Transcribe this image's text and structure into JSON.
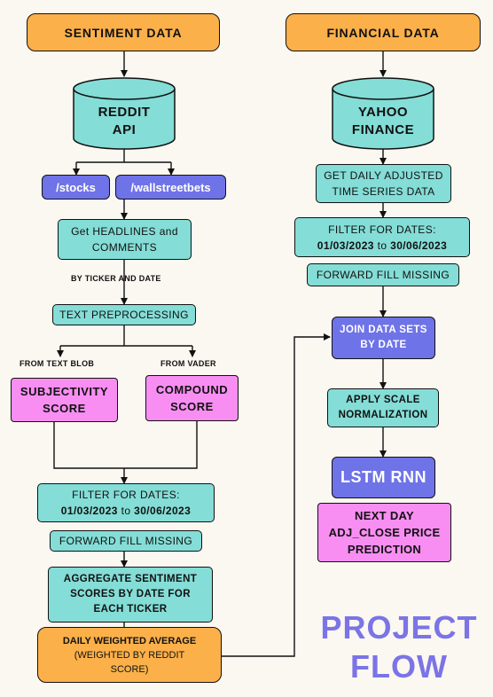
{
  "left": {
    "header": "SENTIMENT DATA",
    "source_line1": "REDDIT",
    "source_line2": "API",
    "sub1": "/stocks",
    "sub2": "/wallstreetbets",
    "headlines_line1": "Get HEADLINES and",
    "headlines_line2": "COMMENTS",
    "by_ticker_label": "BY TICKER AND DATE",
    "preprocessing": "TEXT PREPROCESSING",
    "from_textblob": "FROM TEXT BLOB",
    "from_vader": "FROM VADER",
    "subjectivity_line1": "SUBJECTIVITY",
    "subjectivity_line2": "SCORE",
    "compound_line1": "COMPOUND",
    "compound_line2": "SCORE",
    "filter_label": "FILTER FOR DATES:",
    "filter_start": "01/03/2023",
    "filter_to": " to ",
    "filter_end": "30/06/2023",
    "ffill": "FORWARD FILL MISSING",
    "aggregate_line1": "AGGREGATE SENTIMENT",
    "aggregate_line2": "SCORES BY DATE FOR",
    "aggregate_line3": "EACH TICKER",
    "weighted_line1": "DAILY WEIGHTED AVERAGE",
    "weighted_line2": "(WEIGHTED BY REDDIT",
    "weighted_line3": "SCORE)"
  },
  "right": {
    "header": "FINANCIAL DATA",
    "source_line1": "YAHOO",
    "source_line2": "FINANCE",
    "daily_line1": "GET DAILY ADJUSTED",
    "daily_line2": "TIME SERIES DATA",
    "filter_label": "FILTER FOR DATES:",
    "filter_start": "01/03/2023",
    "filter_to": " to ",
    "filter_end": "30/06/2023",
    "ffill": "FORWARD FILL MISSING",
    "join_line1": "JOIN DATA SETS",
    "join_line2": "BY DATE",
    "scale_line1": "APPLY SCALE",
    "scale_line2": "NORMALIZATION",
    "lstm": "LSTM RNN",
    "pred_line1": "NEXT DAY",
    "pred_line2": "ADJ_CLOSE PRICE",
    "pred_line3": "PREDICTION"
  },
  "title_line1": "PROJECT",
  "title_line2": "FLOW",
  "colors": {
    "orange": "#fbb04a",
    "teal": "#84ddd6",
    "blue": "#6f73e8",
    "pink": "#f88ef2",
    "title": "#7b74e6",
    "background": "#fbf7f1"
  }
}
